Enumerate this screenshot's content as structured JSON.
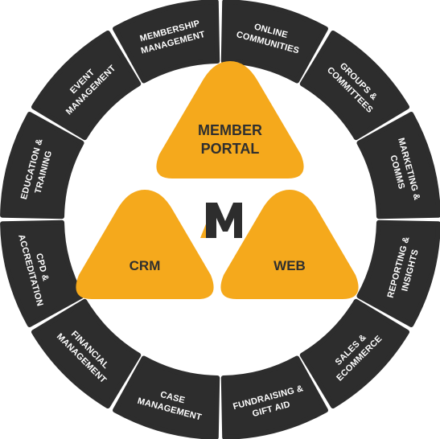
{
  "colors": {
    "segment": "#2d2d2d",
    "segment_text": "#ffffff",
    "accent": "#f5a91c",
    "triangle_text": "#2f2f2f",
    "background": "#ffffff"
  },
  "ring_segments": [
    {
      "id": "membership-management",
      "lines": [
        "MEMBERSHIP",
        "MANAGEMENT"
      ]
    },
    {
      "id": "online-communities",
      "lines": [
        "ONLINE",
        "COMMUNITIES"
      ]
    },
    {
      "id": "groups-committees",
      "lines": [
        "GROUPS &",
        "COMMITTEES"
      ]
    },
    {
      "id": "marketing-comms",
      "lines": [
        "MARKETING &",
        "COMMS"
      ]
    },
    {
      "id": "reporting-insights",
      "lines": [
        "REPORTING &",
        "INSIGHTS"
      ]
    },
    {
      "id": "sales-ecommerce",
      "lines": [
        "SALES &",
        "ECOMMERCE"
      ]
    },
    {
      "id": "fundraising-gift-aid",
      "lines": [
        "FUNDRAISING &",
        "GIFT AID"
      ]
    },
    {
      "id": "case-management",
      "lines": [
        "CASE",
        "MANAGEMENT"
      ]
    },
    {
      "id": "financial-management",
      "lines": [
        "FINANCIAL",
        "MANAGEMENT"
      ]
    },
    {
      "id": "cpd-accreditation",
      "lines": [
        "CPD &",
        "ACCREDITATION"
      ]
    },
    {
      "id": "education-training",
      "lines": [
        "EDUCATION &",
        "TRAINING"
      ]
    },
    {
      "id": "event-management",
      "lines": [
        "EVENT",
        "MANAGEMENT"
      ]
    }
  ],
  "triangles": {
    "top": {
      "lines": [
        "MEMBER",
        "PORTAL"
      ]
    },
    "left": {
      "lines": [
        "CRM"
      ]
    },
    "right": {
      "lines": [
        "WEB"
      ]
    }
  },
  "logo": {
    "letter": "M",
    "icon": "brand-m-logo-icon"
  }
}
